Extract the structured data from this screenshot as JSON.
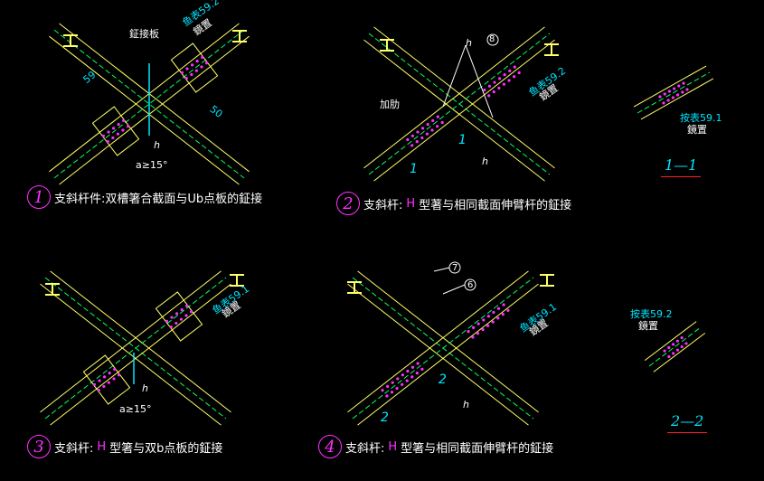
{
  "panels": [
    {
      "number": "1",
      "caption": "支斜杆件:双槽箸合截面与Ub点板的鉦接",
      "labels": {
        "plate": "鉦接板",
        "table_ref": "鱼表59.2",
        "setting": "鏡置",
        "dim": "59",
        "dim2": "50",
        "angle": "a≥15°",
        "h": "h"
      }
    },
    {
      "number": "2",
      "caption_pre": "支斜杆:",
      "caption_h": "H",
      "caption_post": "型著与相同截面伸臂杆的鉦接",
      "labels": {
        "rib": "加肋",
        "table_ref": "鱼表59.2",
        "setting": "鏡置",
        "circle": "8",
        "section": "1",
        "h": "h"
      }
    },
    {
      "number": "3",
      "caption_pre": "支斜杆:",
      "caption_h": "H",
      "caption_post": "型箸与双b点板的鉦接",
      "labels": {
        "table_ref": "鱼表59.1",
        "setting": "鏡置",
        "angle": "a≥15°",
        "h": "h"
      }
    },
    {
      "number": "4",
      "caption_pre": "支斜杆:",
      "caption_h": "H",
      "caption_post": "型箸与相同截面伸臂杆的鉦接",
      "labels": {
        "table_ref": "鱼表59.1",
        "setting": "鏡置",
        "circle1": "7",
        "circle2": "6",
        "section": "2",
        "h": "h"
      }
    }
  ],
  "section_1": {
    "title": "1—1",
    "ref": "按表59.1",
    "setting": "鏡置"
  },
  "section_2": {
    "title": "2—2",
    "ref": "按表59.2",
    "setting": "鏡置"
  },
  "colors": {
    "background": "#000000",
    "member": "#ffff66",
    "green": "#00ff66",
    "cyan": "#00e5ff",
    "magenta": "#ff2fff",
    "red": "#ff2020",
    "white": "#ffffff"
  }
}
